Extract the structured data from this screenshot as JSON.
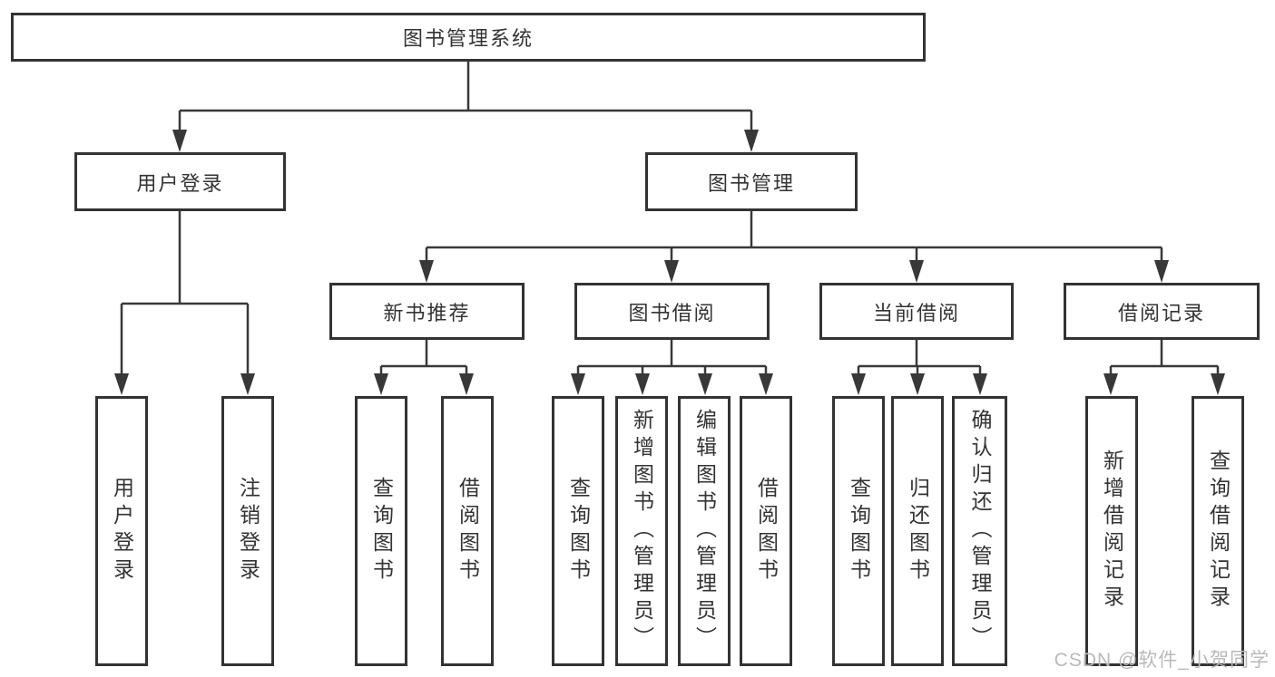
{
  "diagram_type": "tree-structure-chart",
  "colors": {
    "line": "#383838",
    "border": "#333333",
    "text": "#333333",
    "background": "#ffffff",
    "watermark": "#b9b9b9"
  },
  "tree": {
    "label": "图书管理系统",
    "children": [
      {
        "label": "用户登录",
        "children": [
          {
            "label": "用户登录"
          },
          {
            "label": "注销登录"
          }
        ]
      },
      {
        "label": "图书管理",
        "children": [
          {
            "label": "新书推荐",
            "children": [
              {
                "label": "查询图书"
              },
              {
                "label": "借阅图书"
              }
            ]
          },
          {
            "label": "图书借阅",
            "children": [
              {
                "label": "查询图书"
              },
              {
                "label": "新增图书（管理员）"
              },
              {
                "label": "编辑图书（管理员）"
              },
              {
                "label": "借阅图书"
              }
            ]
          },
          {
            "label": "当前借阅",
            "children": [
              {
                "label": "查询图书"
              },
              {
                "label": "归还图书"
              },
              {
                "label": "确认归还（管理员）"
              }
            ]
          },
          {
            "label": "借阅记录",
            "children": [
              {
                "label": "新增借阅记录"
              },
              {
                "label": "查询借阅记录"
              }
            ]
          }
        ]
      }
    ]
  },
  "watermark": {
    "text": "CSDN @软件_小贺同学"
  }
}
